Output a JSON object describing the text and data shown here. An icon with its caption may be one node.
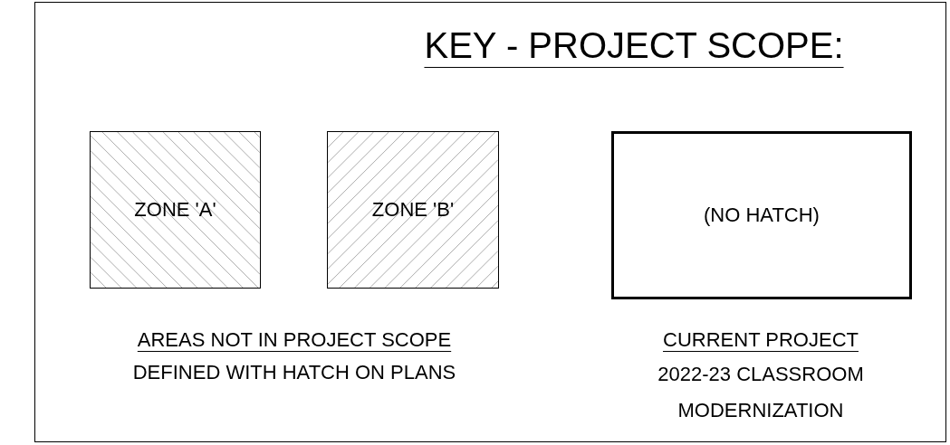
{
  "diagram": {
    "title": "KEY - PROJECT SCOPE:",
    "nodes": [
      {
        "text": [
          "ZONE 'A'"
        ]
      },
      {
        "text": [
          "ZONE 'B'"
        ]
      },
      {
        "text": [
          "(NO HATCH)"
        ]
      }
    ],
    "labels": [
      "AREAS NOT IN PROJECT SCOPE",
      "DEFINED WITH HATCH ON PLANS",
      "CURRENT PROJECT",
      "2022-23 CLASSROOM MODERNIZATION"
    ]
  }
}
